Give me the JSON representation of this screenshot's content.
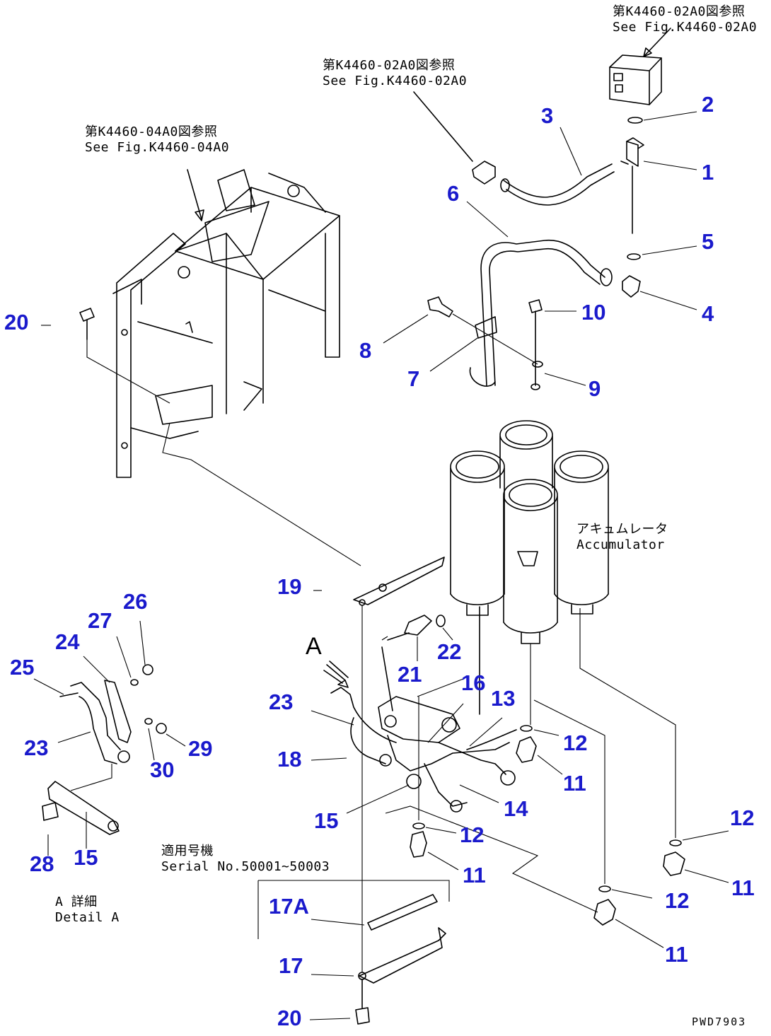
{
  "references": {
    "valve": [
      "第K4460-02A0図参照",
      "See Fig.K4460-02A0"
    ],
    "pipe": [
      "第K4460-02A0図参照",
      "See Fig.K4460-02A0"
    ],
    "frame": [
      "第K4460-04A0図参照",
      "See Fig.K4460-04A0"
    ]
  },
  "accumulator": [
    "アキュムレータ",
    "Accumulator"
  ],
  "serial": [
    "適用号機",
    "Serial No.50001~50003"
  ],
  "detail": [
    "A 詳細",
    "Detail A"
  ],
  "view_arrow": "A",
  "drawing_code": "PWD7903",
  "callouts": {
    "c1": "1",
    "c2": "2",
    "c3": "3",
    "c4": "4",
    "c5": "5",
    "c6": "6",
    "c7": "7",
    "c8": "8",
    "c9": "9",
    "c10": "10",
    "c11a": "11",
    "c11b": "11",
    "c11c": "11",
    "c11d": "11",
    "c12a": "12",
    "c12b": "12",
    "c12c": "12",
    "c12d": "12",
    "c13": "13",
    "c14": "14",
    "c15a": "15",
    "c15b": "15",
    "c16": "16",
    "c17": "17",
    "c17a": "17A",
    "c18": "18",
    "c19": "19",
    "c20a": "20",
    "c20b": "20",
    "c21": "21",
    "c22": "22",
    "c23a": "23",
    "c23b": "23",
    "c24": "24",
    "c25": "25",
    "c26": "26",
    "c27": "27",
    "c28": "28",
    "c29": "29",
    "c30": "30"
  }
}
